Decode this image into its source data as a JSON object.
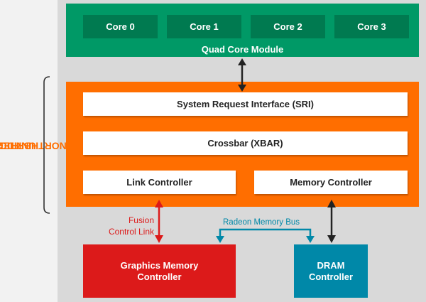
{
  "quad_core_module": {
    "label": "Quad Core Module",
    "cores": [
      "Core 0",
      "Core 1",
      "Core 2",
      "Core 3"
    ]
  },
  "unified_northbridge": {
    "side_label_line1": "UNIFIED",
    "side_label_line2": "NORTHBRIDGE",
    "sri": "System Request Interface (SRI)",
    "xbar": "Crossbar (XBAR)",
    "link_controller": "Link Controller",
    "memory_controller": "Memory Controller"
  },
  "bottom": {
    "graphics_memory_controller_line1": "Graphics Memory",
    "graphics_memory_controller_line2": "Controller",
    "dram_controller_line1": "DRAM",
    "dram_controller_line2": "Controller",
    "fusion_label_line1": "Fusion",
    "fusion_label_line2": "Control Link",
    "radeon_bus_label": "Radeon Memory Bus"
  },
  "colors": {
    "module_green": "#009966",
    "core_green": "#007a50",
    "northbridge_orange": "#ff6e00",
    "graphics_red": "#dc1a1a",
    "dram_teal": "#0088a8"
  }
}
